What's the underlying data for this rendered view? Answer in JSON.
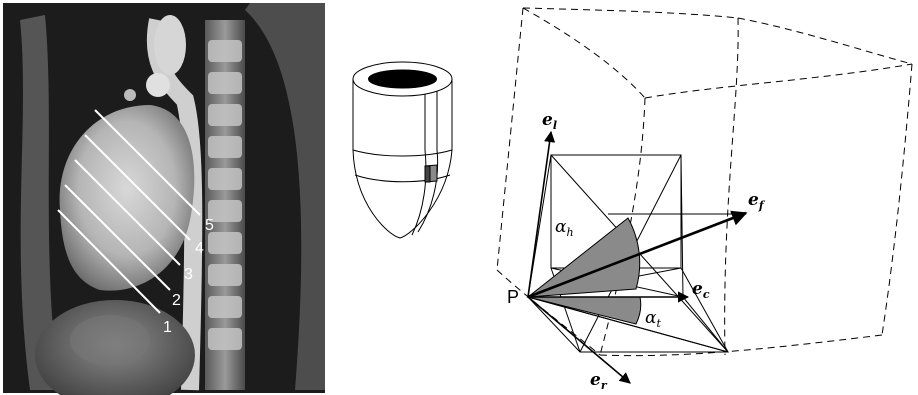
{
  "mri_panel": {
    "slice_labels": [
      "1",
      "2",
      "3",
      "4",
      "5"
    ]
  },
  "coordinate_diagram": {
    "point_label": "P",
    "vectors": {
      "longitudinal": {
        "base": "e",
        "sub": "l"
      },
      "fiber": {
        "base": "e",
        "sub": "f"
      },
      "circumferential": {
        "base": "e",
        "sub": "c"
      },
      "radial": {
        "base": "e",
        "sub": "r"
      }
    },
    "angles": {
      "helix": {
        "base": "α",
        "sub": "h"
      },
      "transverse": {
        "base": "α",
        "sub": "t"
      }
    }
  },
  "colors": {
    "mri_background": "#1c1c1c",
    "angle_fill": "#8a8a8a",
    "line": "#000000"
  }
}
